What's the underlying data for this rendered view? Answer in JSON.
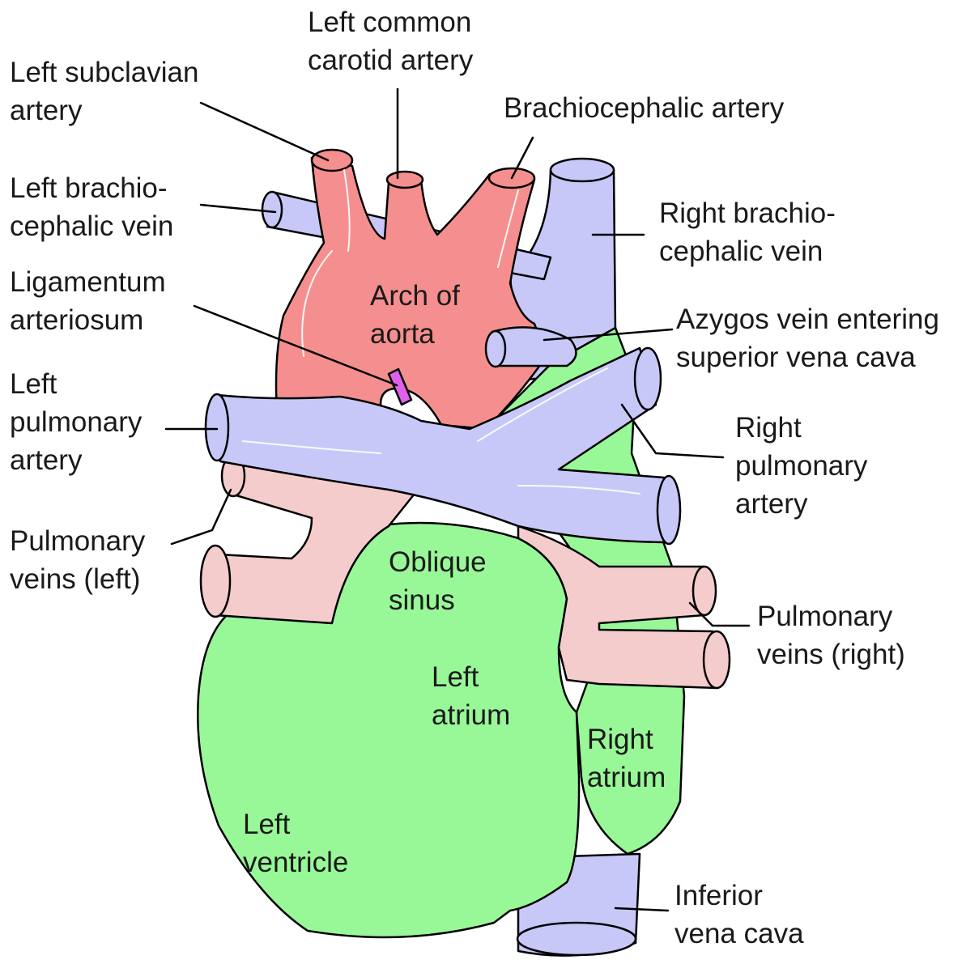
{
  "colors": {
    "artery_red": "#f58f8f",
    "vein_blue": "#c8c8f8",
    "pulmonary_vein_pink": "#f5cccc",
    "heart_green": "#98f898",
    "ligament_magenta": "#e060ec",
    "line": "#000000"
  },
  "labels": {
    "left_subclavian_artery": [
      "Left subclavian",
      "artery"
    ],
    "left_common_carotid_artery": [
      "Left common",
      "carotid artery"
    ],
    "brachiocephalic_artery": [
      "Brachiocephalic artery"
    ],
    "left_brachiocephalic_vein": [
      "Left brachio-",
      "cephalic vein"
    ],
    "right_brachiocephalic_vein": [
      "Right brachio-",
      "cephalic vein"
    ],
    "ligamentum_arteriosum": [
      "Ligamentum",
      "arteriosum"
    ],
    "arch_of_aorta": [
      "Arch of",
      "aorta"
    ],
    "azygos_vein": [
      "Azygos vein entering",
      "superior vena cava"
    ],
    "left_pulmonary_artery": [
      "Left",
      "pulmonary",
      "artery"
    ],
    "right_pulmonary_artery": [
      "Right",
      "pulmonary",
      "artery"
    ],
    "pulmonary_veins_left": [
      "Pulmonary",
      "veins (left)"
    ],
    "oblique_sinus": [
      "Oblique",
      "sinus"
    ],
    "pulmonary_veins_right": [
      "Pulmonary",
      "veins (right)"
    ],
    "left_atrium": [
      "Left",
      "atrium"
    ],
    "right_atrium": [
      "Right",
      "atrium"
    ],
    "left_ventricle": [
      "Left",
      "ventricle"
    ],
    "inferior_vena_cava": [
      "Inferior",
      "vena cava"
    ]
  }
}
